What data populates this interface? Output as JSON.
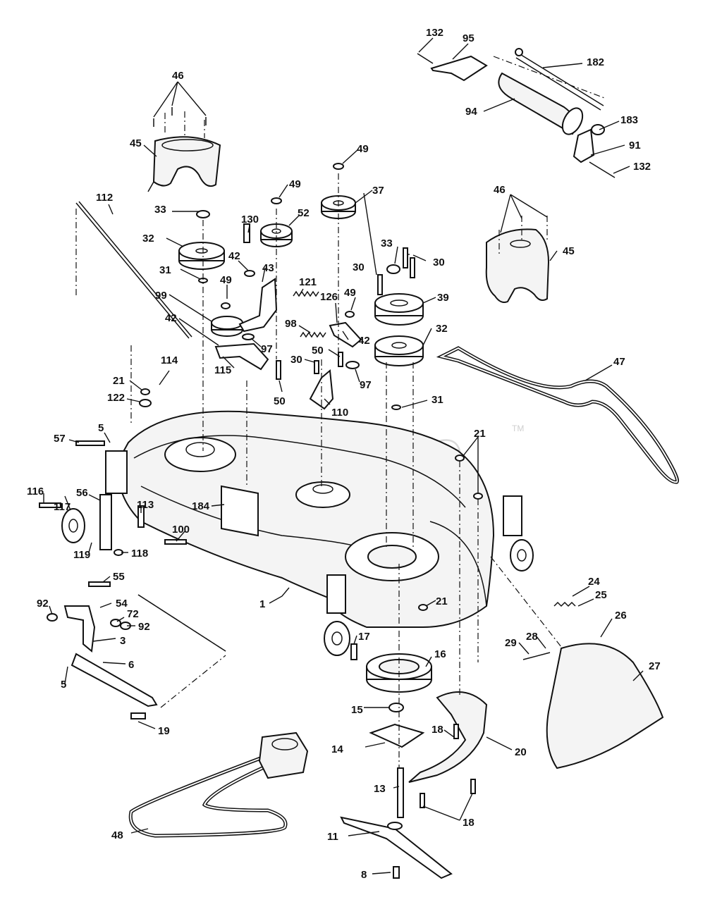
{
  "watermark": {
    "text": "PartsTree",
    "mark": "TM"
  },
  "callouts": [
    {
      "id": "c132a",
      "text": "132"
    },
    {
      "id": "c95",
      "text": "95"
    },
    {
      "id": "c182",
      "text": "182"
    },
    {
      "id": "c94",
      "text": "94"
    },
    {
      "id": "c183",
      "text": "183"
    },
    {
      "id": "c91",
      "text": "91"
    },
    {
      "id": "c132b",
      "text": "132"
    },
    {
      "id": "c46a",
      "text": "46"
    },
    {
      "id": "c45a",
      "text": "45"
    },
    {
      "id": "c49a",
      "text": "49"
    },
    {
      "id": "c37",
      "text": "37"
    },
    {
      "id": "c49b",
      "text": "49"
    },
    {
      "id": "c52",
      "text": "52"
    },
    {
      "id": "c130",
      "text": "130"
    },
    {
      "id": "c33a",
      "text": "33"
    },
    {
      "id": "c32a",
      "text": "32"
    },
    {
      "id": "c42a",
      "text": "42"
    },
    {
      "id": "c31a",
      "text": "31"
    },
    {
      "id": "c112",
      "text": "112"
    },
    {
      "id": "c43",
      "text": "43"
    },
    {
      "id": "c121",
      "text": "121"
    },
    {
      "id": "c49c",
      "text": "49"
    },
    {
      "id": "c99",
      "text": "99"
    },
    {
      "id": "c42b",
      "text": "42"
    },
    {
      "id": "c98",
      "text": "98"
    },
    {
      "id": "c97a",
      "text": "97"
    },
    {
      "id": "c115",
      "text": "115"
    },
    {
      "id": "c33b",
      "text": "33"
    },
    {
      "id": "c30a",
      "text": "30"
    },
    {
      "id": "c30b",
      "text": "30"
    },
    {
      "id": "c46b",
      "text": "46"
    },
    {
      "id": "c45b",
      "text": "45"
    },
    {
      "id": "c126",
      "text": "126"
    },
    {
      "id": "c49d",
      "text": "49"
    },
    {
      "id": "c39",
      "text": "39"
    },
    {
      "id": "c42c",
      "text": "42"
    },
    {
      "id": "c32b",
      "text": "32"
    },
    {
      "id": "c50a",
      "text": "50"
    },
    {
      "id": "c30c",
      "text": "30"
    },
    {
      "id": "c97b",
      "text": "97"
    },
    {
      "id": "c50b",
      "text": "50"
    },
    {
      "id": "c110",
      "text": "110"
    },
    {
      "id": "c31b",
      "text": "31"
    },
    {
      "id": "c47",
      "text": "47"
    },
    {
      "id": "c114",
      "text": "114"
    },
    {
      "id": "c21a",
      "text": "21"
    },
    {
      "id": "c122",
      "text": "122"
    },
    {
      "id": "c5a",
      "text": "5"
    },
    {
      "id": "c57",
      "text": "57"
    },
    {
      "id": "c21b",
      "text": "21"
    },
    {
      "id": "c116",
      "text": "116"
    },
    {
      "id": "c117",
      "text": "117"
    },
    {
      "id": "c56",
      "text": "56"
    },
    {
      "id": "c113",
      "text": "113"
    },
    {
      "id": "c184",
      "text": "184"
    },
    {
      "id": "c100",
      "text": "100"
    },
    {
      "id": "c119",
      "text": "119"
    },
    {
      "id": "c118",
      "text": "118"
    },
    {
      "id": "c55",
      "text": "55"
    },
    {
      "id": "c1",
      "text": "1"
    },
    {
      "id": "c24",
      "text": "24"
    },
    {
      "id": "c25",
      "text": "25"
    },
    {
      "id": "c92a",
      "text": "92"
    },
    {
      "id": "c54",
      "text": "54"
    },
    {
      "id": "c72",
      "text": "72"
    },
    {
      "id": "c92b",
      "text": "92"
    },
    {
      "id": "c21c",
      "text": "21"
    },
    {
      "id": "c26",
      "text": "26"
    },
    {
      "id": "c3",
      "text": "3"
    },
    {
      "id": "c17",
      "text": "17"
    },
    {
      "id": "c28",
      "text": "28"
    },
    {
      "id": "c29",
      "text": "29"
    },
    {
      "id": "c27",
      "text": "27"
    },
    {
      "id": "c16",
      "text": "16"
    },
    {
      "id": "c6",
      "text": "6"
    },
    {
      "id": "c5b",
      "text": "5"
    },
    {
      "id": "c15",
      "text": "15"
    },
    {
      "id": "c19",
      "text": "19"
    },
    {
      "id": "c18a",
      "text": "18"
    },
    {
      "id": "c20",
      "text": "20"
    },
    {
      "id": "c14",
      "text": "14"
    },
    {
      "id": "c13",
      "text": "13"
    },
    {
      "id": "c18b",
      "text": "18"
    },
    {
      "id": "c48",
      "text": "48"
    },
    {
      "id": "c11",
      "text": "11"
    },
    {
      "id": "c8",
      "text": "8"
    }
  ]
}
